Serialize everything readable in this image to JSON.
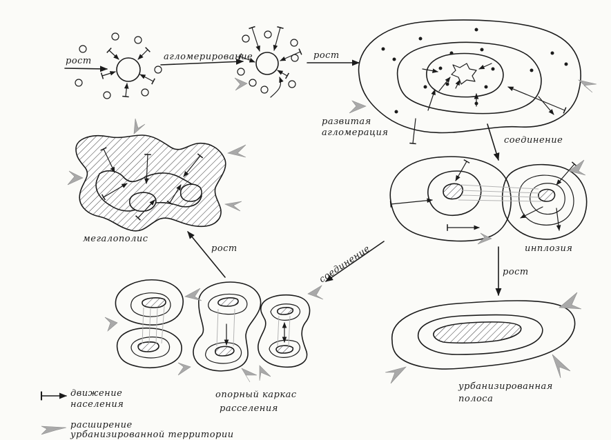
{
  "labels": {
    "rost_1": "рост",
    "aglomerirovanie": "агломерирование",
    "rost_2": "рост",
    "razvitaya_line1": "развитая",
    "razvitaya_line2": "агломерация",
    "soedinenie_1": "соединение",
    "megalopolis": "мегалополис",
    "rost_3": "рост",
    "inplosia": "инплозия",
    "soedinenie_2": "соединение",
    "rost_4": "рост",
    "karkas_line1": "опорный каркас",
    "karkas_line2": "расселения",
    "polosa_line1": "урбанизированная",
    "polosa_line2": "полоса"
  },
  "legend": {
    "movement_line1": "движение",
    "movement_line2": "населения",
    "expansion_line1": "расширение",
    "expansion_line2": "урбанизированной территории"
  },
  "colors": {
    "ink": "#1b1b1b",
    "expansion_arrow": "#a9a9a9",
    "background": "#fbfbf8"
  }
}
